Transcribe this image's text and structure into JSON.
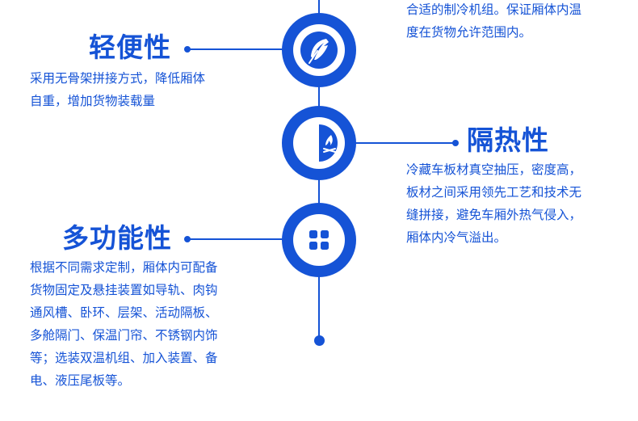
{
  "colors": {
    "accent": "#1553d6",
    "background": "#ffffff"
  },
  "top_right": {
    "lines": [
      "合适的制冷机组。保证厢体内温",
      "度在货物允许范围内。"
    ]
  },
  "features": [
    {
      "title": "轻便性",
      "icon": "feather-icon",
      "lines": [
        "采用无骨架拼接方式，降低厢体",
        "自重，增加货物装载量"
      ]
    },
    {
      "title": "隔热性",
      "icon": "campfire-icon",
      "lines": [
        "冷藏车板材真空抽压，密度高，",
        "板材之间采用领先工艺和技术无",
        "缝拼接，避免车厢外热气侵入，",
        "厢体内冷气溢出。"
      ]
    },
    {
      "title": "多功能性",
      "icon": "grid-icon",
      "lines": [
        "根据不同需求定制，厢体内可配备",
        "货物固定及悬挂装置如导轨、肉钩",
        "通风槽、卧环、层架、活动隔板、",
        "多舱隔门、保温门帘、不锈钢内饰",
        "等；选装双温机组、加入装置、备",
        "电、液压尾板等。"
      ]
    }
  ]
}
